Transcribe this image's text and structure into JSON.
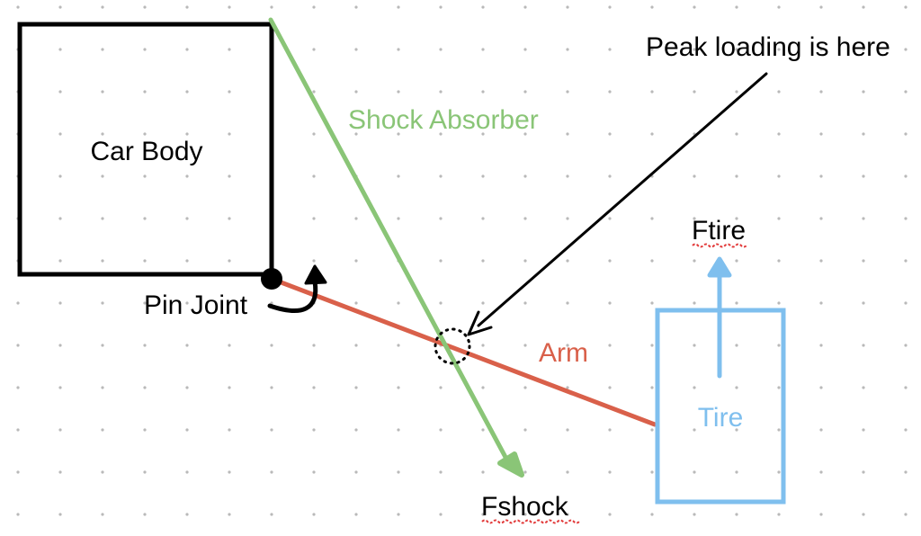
{
  "labels": {
    "car_body": "Car Body",
    "shock_absorber": "Shock Absorber",
    "peak_loading": "Peak loading is here",
    "ftire": "Ftire",
    "pin_joint": "Pin Joint",
    "arm": "Arm",
    "tire": "Tire",
    "fshock": "Fshock"
  },
  "colors": {
    "background": "#ffffff",
    "grid_dot": "#b9b9b9",
    "outline": "#000000",
    "shock": "#8ac577",
    "arm": "#d9604a",
    "tire": "#7fbfee",
    "spell_underline": "#e23b3b"
  },
  "icons": {
    "pin_joint_marker": "filled-circle-icon",
    "rotation_arrow": "curved-arrow-icon",
    "peak_marker": "dotted-circle-icon"
  }
}
